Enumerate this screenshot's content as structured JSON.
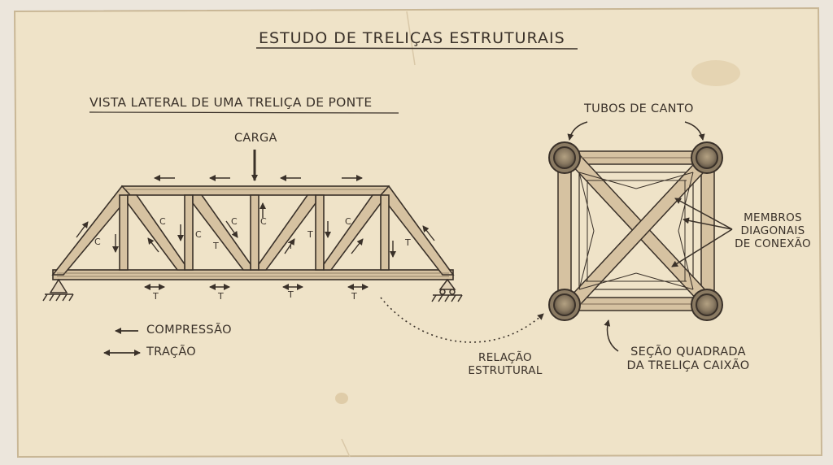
{
  "title": "ESTUDO DE TRELIÇAS ESTRUTURAIS",
  "side_view_title": "VISTA LATERAL DE UMA TRELIÇA DE PONTE",
  "load_label": "CARGA",
  "legend": {
    "compression": "COMPRESSÃO",
    "tension": "TRAÇÃO"
  },
  "member_marks": {
    "compression": "C",
    "tension": "T"
  },
  "relation_label": [
    "RELAÇÃO",
    "ESTRUTURAL"
  ],
  "box": {
    "corner_tubes": "TUBOS DE CANTO",
    "diagonals": [
      "MEMBROS",
      "DIAGONAIS",
      "DE CONEXÃO"
    ],
    "section": [
      "SEÇÃO QUADRADA",
      "DA TRELIÇA CAIXÃO"
    ]
  },
  "colors": {
    "paper": "#efe3c8",
    "ink": "#3a3129",
    "wood": "#d6c2a1"
  }
}
